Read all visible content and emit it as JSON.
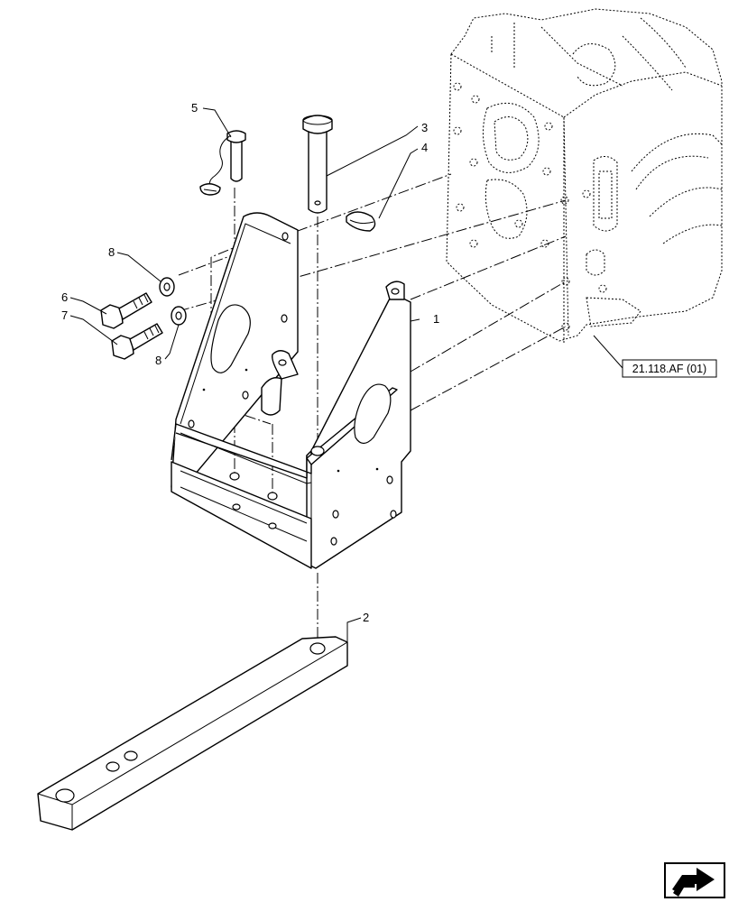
{
  "callouts": [
    {
      "id": "1",
      "label": "1"
    },
    {
      "id": "2",
      "label": "2"
    },
    {
      "id": "3",
      "label": "3"
    },
    {
      "id": "4",
      "label": "4"
    },
    {
      "id": "5",
      "label": "5"
    },
    {
      "id": "6",
      "label": "6"
    },
    {
      "id": "7",
      "label": "7"
    },
    {
      "id": "8a",
      "label": "8"
    },
    {
      "id": "8b",
      "label": "8"
    }
  ],
  "reference_box": {
    "label": "21.118.AF (01)"
  },
  "nav_icon": "page-navigation-arrow-icon"
}
